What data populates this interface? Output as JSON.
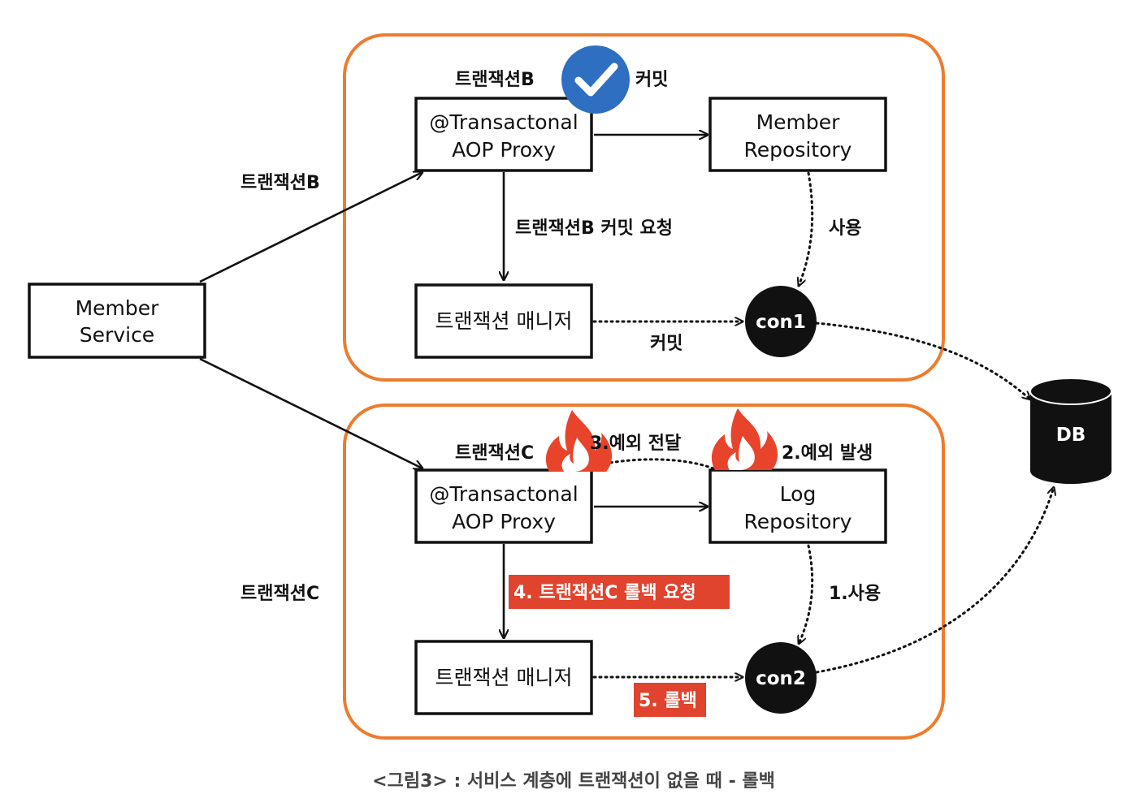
{
  "nodes": {
    "member_service": [
      "Member",
      "Service"
    ],
    "proxy_b": [
      "@Transactonal",
      "AOP Proxy"
    ],
    "member_repo": [
      "Member",
      "Repository"
    ],
    "tm_b": "트랜잭션 매니저",
    "proxy_c": [
      "@Transactonal",
      "AOP Proxy"
    ],
    "log_repo": [
      "Log",
      "Repository"
    ],
    "tm_c": "트랜잭션 매니저",
    "con1": "con1",
    "con2": "con2",
    "db": "DB"
  },
  "labels": {
    "txb_left": "트랜잭션B",
    "txb_top": "트랜잭션B",
    "commit_top": "커밋",
    "txb_commit_request": "트랜잭션B 커밋 요청",
    "use_b": "사용",
    "commit_b": "커밋",
    "txc_left": "트랜잭션C",
    "txc_top": "트랜잭션C",
    "exception_pass": "3.예외 전달",
    "exception_occur": "2.예외 발생",
    "use_c": "1.사용",
    "txc_rollback_request": "4. 트랜잭션C 롤백 요청",
    "rollback": "5. 롤백"
  },
  "caption": "<그림3> : 서비스 계층에 트랜잭션이 없을 때 - 롤백",
  "icons": {
    "commit_check": "check-circle-icon",
    "fire_exception_pass": "fire-icon",
    "fire_exception_occur": "fire-icon"
  },
  "colors": {
    "group_border": "#ec7c2e",
    "check_badge": "#2f6fc2",
    "highlight_red": "#e0432e",
    "fire": "#e8442b",
    "node_fill": "#111111"
  }
}
